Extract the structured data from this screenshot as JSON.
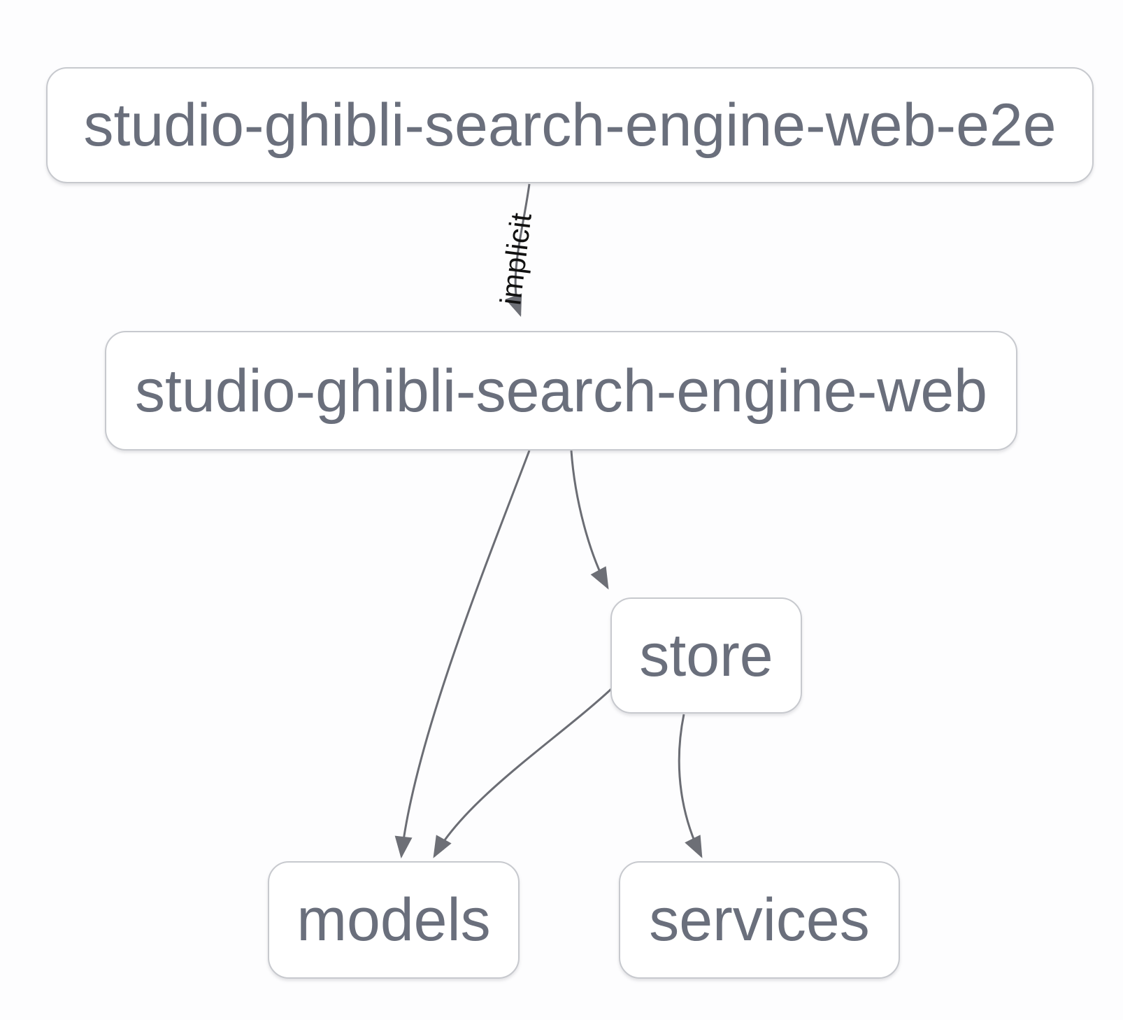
{
  "diagram": {
    "type": "dependency-graph",
    "nodes": [
      {
        "id": "studio-ghibli-search-engine-web-e2e",
        "label": "studio-ghibli-search-engine-web-e2e"
      },
      {
        "id": "studio-ghibli-search-engine-web",
        "label": "studio-ghibli-search-engine-web"
      },
      {
        "id": "store",
        "label": "store"
      },
      {
        "id": "models",
        "label": "models"
      },
      {
        "id": "services",
        "label": "services"
      }
    ],
    "edges": [
      {
        "from": "studio-ghibli-search-engine-web-e2e",
        "to": "studio-ghibli-search-engine-web",
        "label": "implicit"
      },
      {
        "from": "studio-ghibli-search-engine-web",
        "to": "models"
      },
      {
        "from": "studio-ghibli-search-engine-web",
        "to": "store"
      },
      {
        "from": "store",
        "to": "models"
      },
      {
        "from": "store",
        "to": "services"
      }
    ],
    "colors": {
      "background": "#fdfdfe",
      "node_fill": "#ffffff",
      "node_border": "#c7c9ce",
      "node_text": "#6a6f7c",
      "edge_stroke": "#6b6d74",
      "arrowhead_fill": "#6d6f76",
      "edge_label_text": "#111111"
    }
  }
}
